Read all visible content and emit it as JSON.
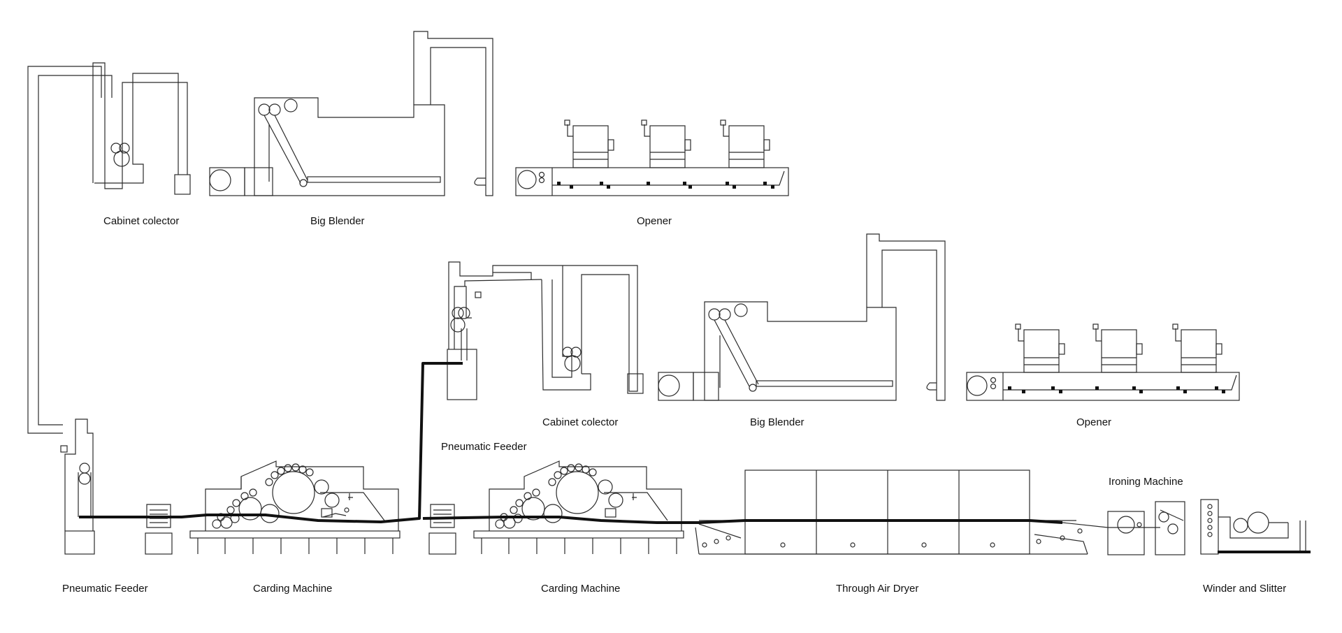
{
  "labels": {
    "cabinet_collector_1": "Cabinet colector",
    "big_blender_1": "Big Blender",
    "opener_1": "Opener",
    "cabinet_collector_2": "Cabinet colector",
    "big_blender_2": "Big Blender",
    "opener_2": "Opener",
    "pneumatic_feeder_top": "Pneumatic Feeder",
    "ironing_machine": "Ironing Machine",
    "pneumatic_feeder_bottom": "Pneumatic Feeder",
    "carding_machine_1": "Carding Machine",
    "carding_machine_2": "Carding Machine",
    "through_air_dryer": "Through Air Dryer",
    "winder_slitter": "Winder and Slitter"
  }
}
